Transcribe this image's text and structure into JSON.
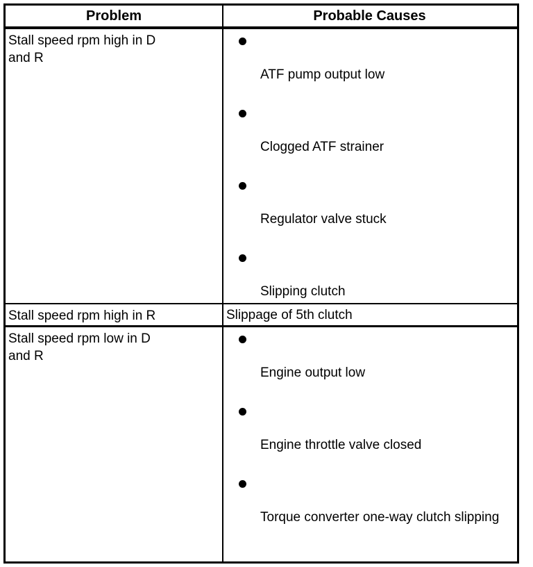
{
  "document": {
    "type": "troubleshooting-table",
    "title": "Stall speed troubleshooting",
    "colors": {
      "text": "#000000",
      "background": "#ffffff",
      "border": "#000000"
    }
  },
  "table": {
    "headers": {
      "problem": "Problem",
      "probable_causes": "Probable Causes"
    },
    "rows": [
      {
        "problem": "Stall speed rpm high in D\nand R",
        "bulleted": true,
        "causes": [
          "ATF pump output low",
          "Clogged ATF strainer",
          "Regulator valve stuck",
          "Slipping clutch"
        ]
      },
      {
        "problem": "Stall speed rpm high in R",
        "bulleted": false,
        "causes": [
          "Slippage of 5th clutch"
        ]
      },
      {
        "problem": "Stall speed rpm low in D\nand R",
        "bulleted": true,
        "causes": [
          "Engine output low",
          "Engine throttle valve closed",
          "Torque converter one-way clutch slipping"
        ]
      }
    ]
  }
}
